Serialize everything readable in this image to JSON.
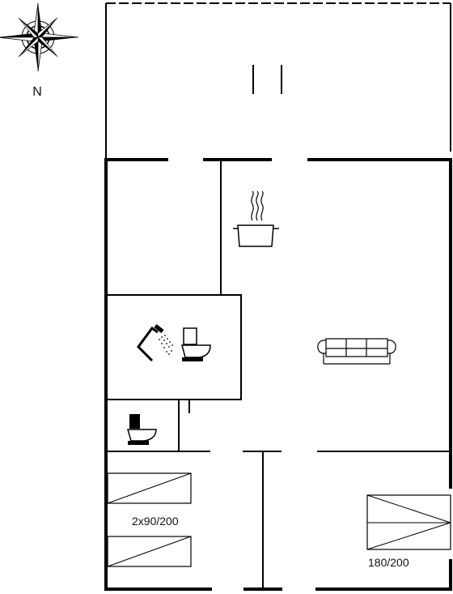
{
  "compass": {
    "north_label": "N",
    "icon": "compass-rose-icon"
  },
  "rooms": {
    "bedroom_twin": {
      "bed_label": "2x90/200"
    },
    "bedroom_double": {
      "bed_label": "180/200"
    }
  },
  "icons": [
    "stove-pot-icon",
    "sofa-icon",
    "shower-icon",
    "toilet-icon"
  ]
}
